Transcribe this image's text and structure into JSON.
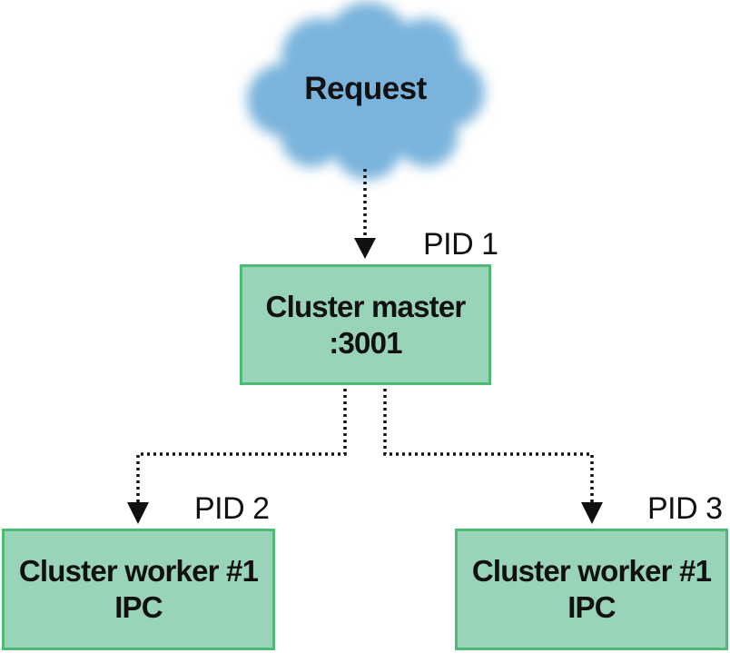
{
  "request": {
    "label": "Request"
  },
  "master": {
    "pid": "PID 1",
    "line1": "Cluster master",
    "line2": ":3001"
  },
  "workers": [
    {
      "pid": "PID 2",
      "line1": "Cluster worker #1",
      "line2": "IPC"
    },
    {
      "pid": "PID 3",
      "line1": "Cluster worker #1",
      "line2": "IPC"
    }
  ],
  "colors": {
    "cloud_fill": "#7ab4dc",
    "box_fill": "#99d4b8",
    "box_border": "#4dbb73",
    "arrow": "#111111"
  }
}
